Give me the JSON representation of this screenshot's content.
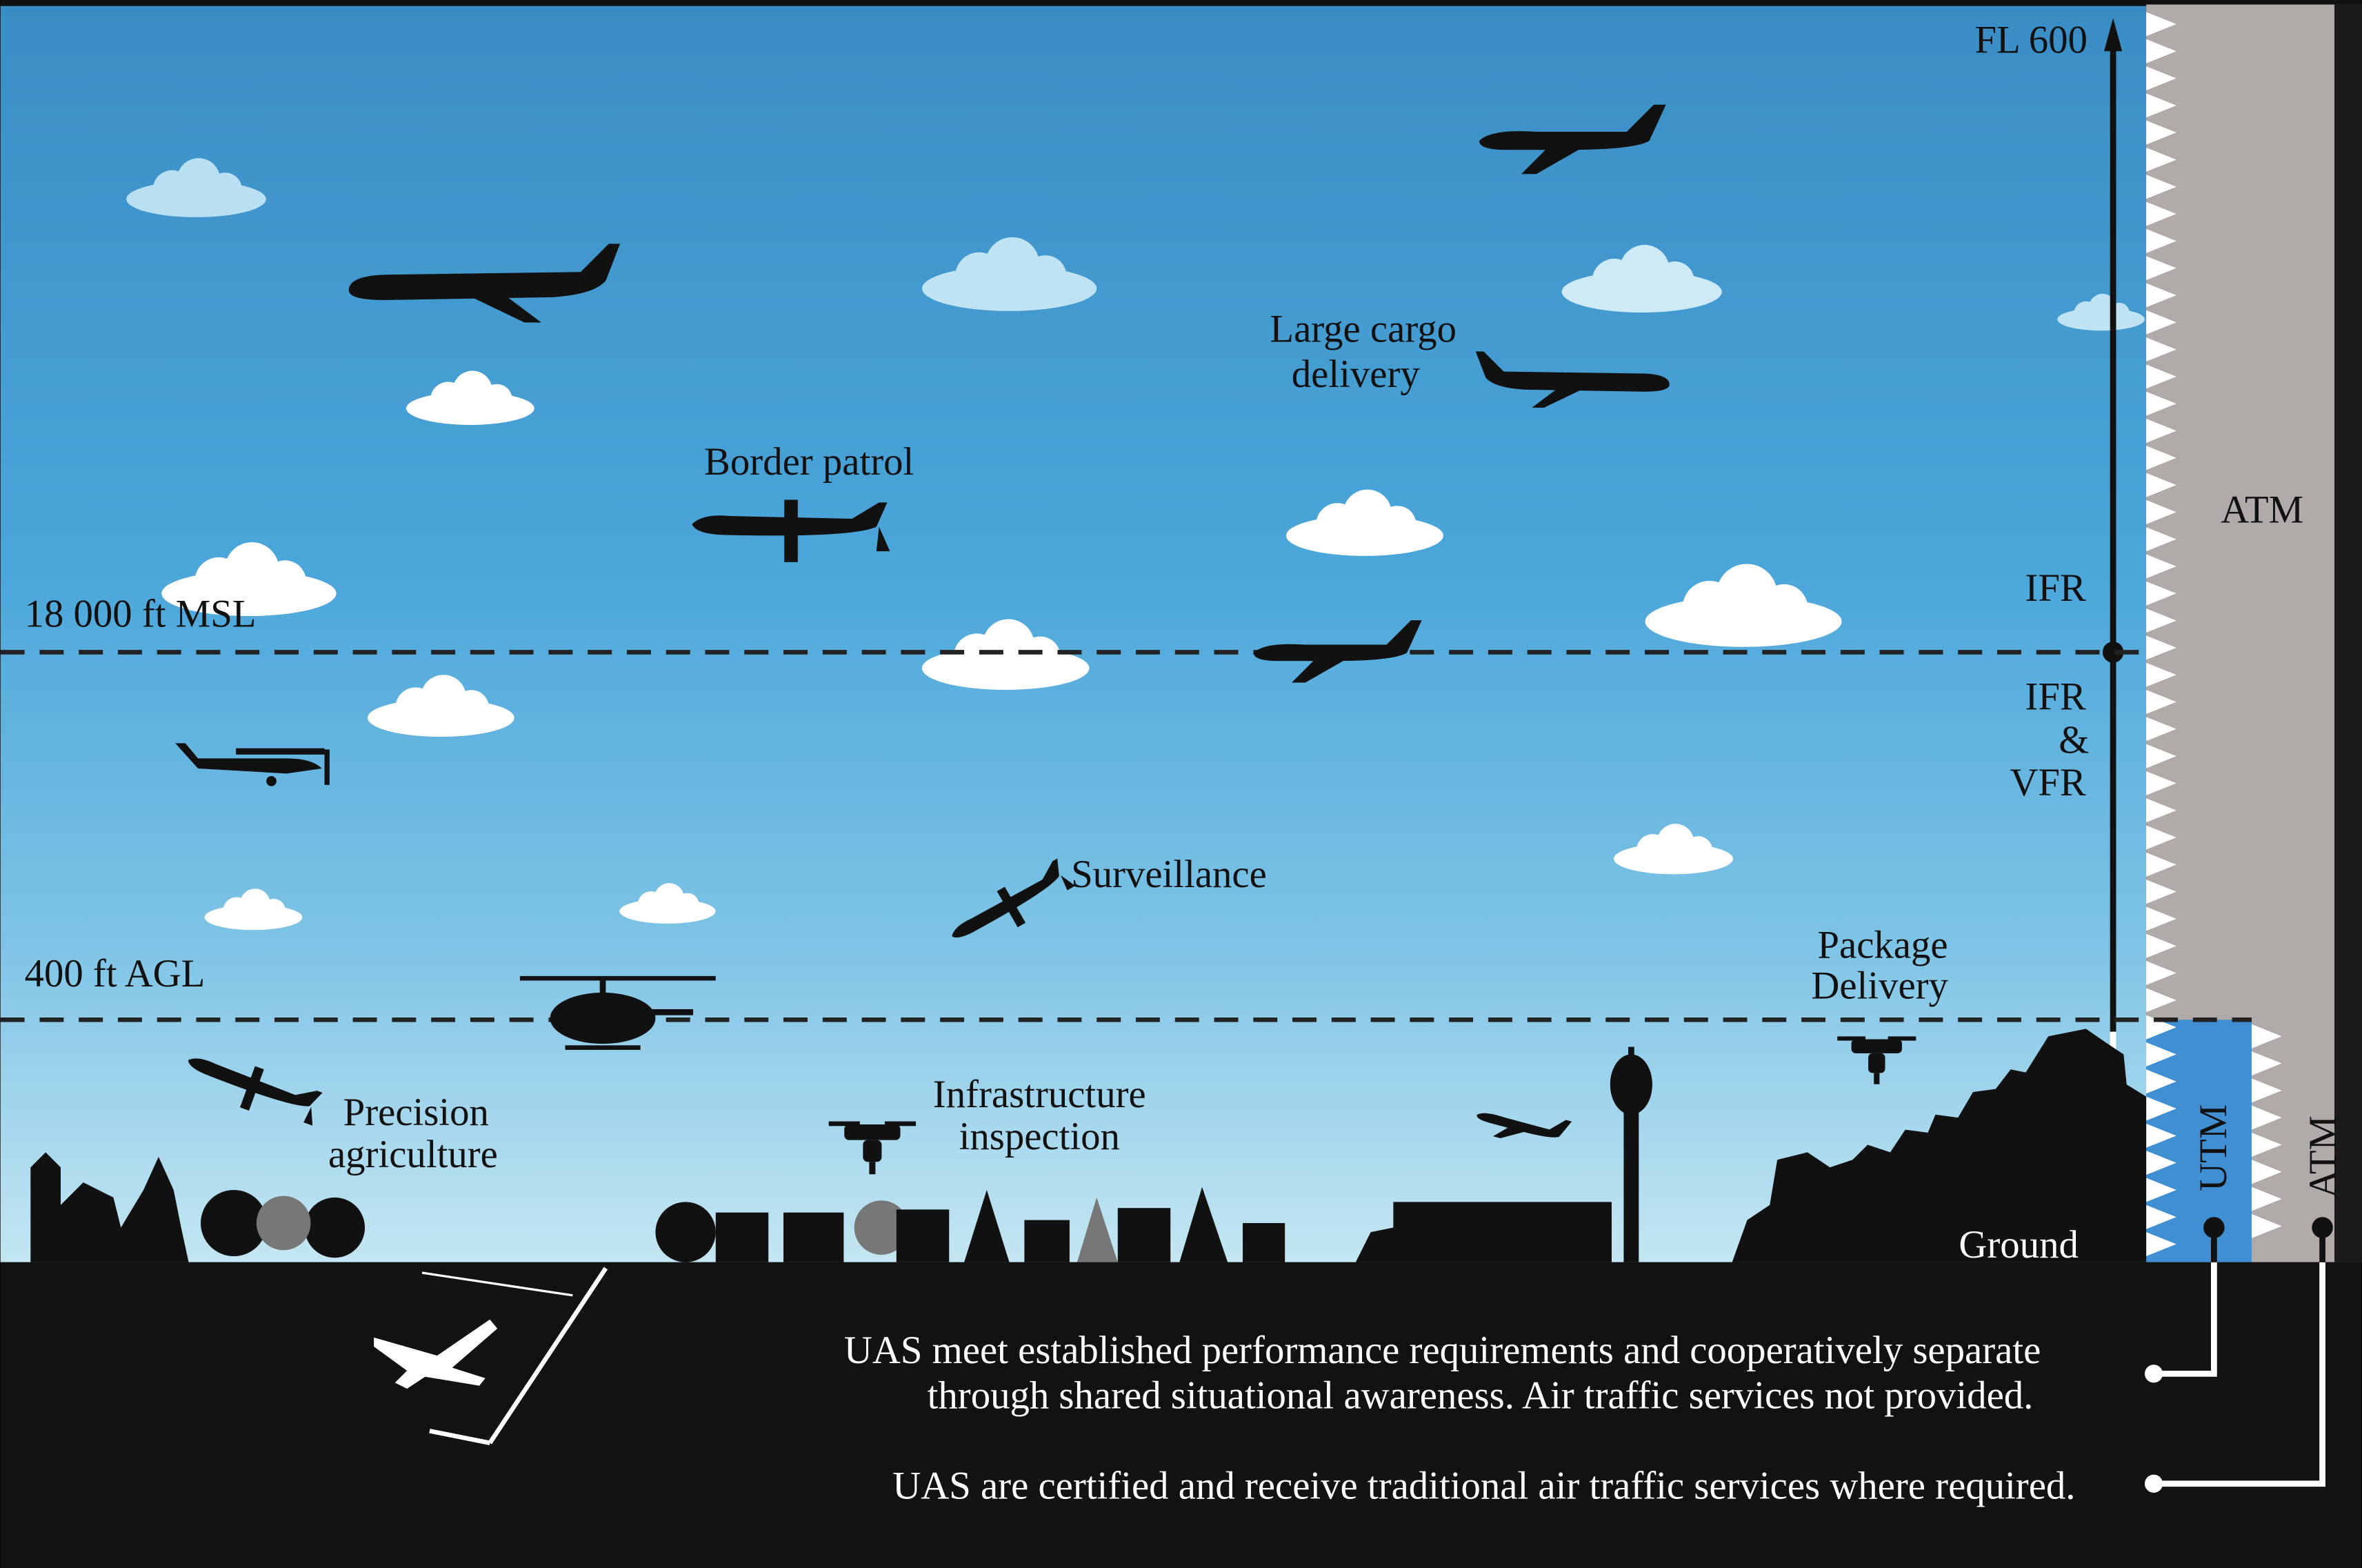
{
  "axis": {
    "top_label": "FL 600",
    "bottom_label": "Ground"
  },
  "zones": {
    "ifr": "IFR",
    "ifr_vfr": [
      "IFR",
      "&",
      "VFR"
    ],
    "atm_upper": "ATM",
    "utm": "UTM",
    "atm_lower": "ATM"
  },
  "altitudes": {
    "msl": "18 000 ft MSL",
    "agl": "400 ft AGL"
  },
  "missions": {
    "large_cargo": [
      "Large cargo",
      "delivery"
    ],
    "border_patrol": "Border patrol",
    "surveillance": "Surveillance",
    "package": [
      "Package",
      "Delivery"
    ],
    "infrastructure": [
      "Infrastructure",
      "inspection"
    ],
    "agriculture": [
      "Precision",
      "agriculture"
    ]
  },
  "legend": {
    "utm_line1": "UAS meet established performance requirements and cooperatively separate",
    "utm_line2": "through shared situational awareness. Air traffic services not provided.",
    "atm": "UAS are certified and receive traditional air traffic services where required."
  },
  "colors": {
    "utm": "#3f8fd2",
    "atm": "#b0aaa8",
    "sky_top": "#3a8dc4",
    "sky_bottom": "#c4e6f2",
    "ground": "#141210"
  }
}
